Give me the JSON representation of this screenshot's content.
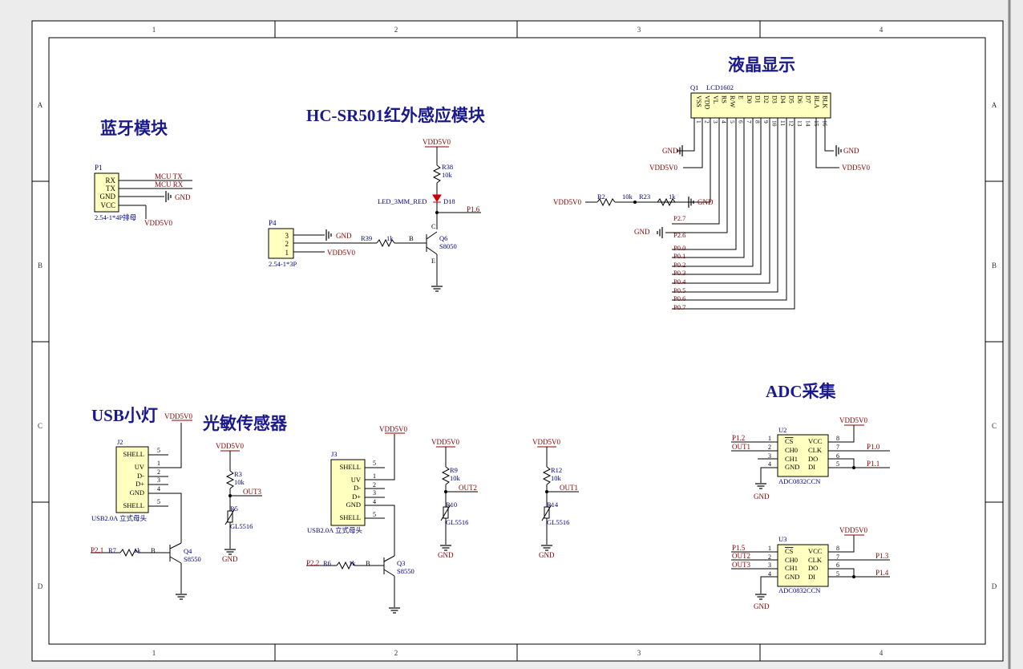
{
  "frame": {
    "col_labels": [
      "1",
      "2",
      "3",
      "4"
    ],
    "row_labels": [
      "A",
      "B",
      "C",
      "D"
    ]
  },
  "titles": {
    "bluetooth": "蓝牙模块",
    "pir": "HC-SR501红外感应模块",
    "lcd": "液晶显示",
    "adc": "ADC采集",
    "usb": "USB小灯",
    "ldr": "光敏传感器"
  },
  "bluetooth": {
    "ref": "P1",
    "pins": [
      "RX",
      "TX",
      "GND",
      "VCC"
    ],
    "nets": [
      "MCU TX",
      "MCU RX",
      "GND",
      "VDD5V0"
    ],
    "footprint": "2.54-1*4P排母"
  },
  "p4": {
    "ref": "P4",
    "pins": [
      "3",
      "2",
      "1"
    ],
    "nets": [
      "GND",
      "VDD5V0"
    ],
    "footprint": "2.54-1*3P"
  },
  "pir": {
    "vdd": "VDD5V0",
    "r38": "R38",
    "r38_val": "10k",
    "led": "LED_3MM_RED",
    "led_ref": "D18",
    "net_p16": "P1.6",
    "r39": "R39",
    "r39_val": "1k",
    "q6": "Q6",
    "q6_type": "S8050",
    "pin_b": "B",
    "pin_c": "C",
    "pin_e": "E"
  },
  "lcd": {
    "ref": "Q1",
    "part": "LCD1602",
    "pins": [
      "VSS",
      "VDD",
      "VL",
      "RS",
      "R/W",
      "E",
      "D0",
      "D1",
      "D2",
      "D3",
      "D4",
      "D5",
      "D6",
      "D7",
      "BLA",
      "BLK"
    ],
    "pin_nums": [
      "1",
      "2",
      "3",
      "4",
      "5",
      "6",
      "7",
      "8",
      "9",
      "10",
      "11",
      "12",
      "13",
      "14",
      "15",
      "16"
    ],
    "gnd": "GND",
    "vdd": "VDD5V0",
    "r2": "R2",
    "r2_val": "10k",
    "r23": "R23",
    "r23_val": "1k",
    "nets": [
      "P2.7",
      "P2.6",
      "P0.0",
      "P0.1",
      "P0.2",
      "P0.3",
      "P0.4",
      "P0.5",
      "P0.6",
      "P0.7"
    ]
  },
  "usb": {
    "ref": "J2",
    "pins": [
      "SHELL",
      "UV",
      "D-",
      "D+",
      "GND",
      "SHELL"
    ],
    "pin_nums": [
      "5",
      "1",
      "2",
      "3",
      "4",
      "5"
    ],
    "part": "USB2.0A 立式母头",
    "vdd": "VDD5V0",
    "q": "Q4",
    "q_type": "S8550",
    "r": "R7",
    "r_val": "1k",
    "net": "P2.1"
  },
  "j3": {
    "ref": "J3",
    "pins": [
      "SHELL",
      "UV",
      "D-",
      "D+",
      "GND",
      "SHELL"
    ],
    "pin_nums": [
      "5",
      "1",
      "2",
      "3",
      "4",
      "5"
    ],
    "part": "USB2.0A 立式母头",
    "vdd": "VDD5V0",
    "q": "Q3",
    "q_type": "S8550",
    "r": "R6",
    "r_val": "1k",
    "net": "P2.2"
  },
  "ldr": [
    {
      "vdd": "VDD5V0",
      "r": "R3",
      "r_val": "10k",
      "out": "OUT3",
      "ldr": "R5",
      "ldr_part": "GL5516",
      "gnd": "GND"
    },
    {
      "vdd": "VDD5V0",
      "r": "R9",
      "r_val": "10k",
      "out": "OUT2",
      "ldr": "R10",
      "ldr_part": "GL5516",
      "gnd": "GND"
    },
    {
      "vdd": "VDD5V0",
      "r": "R12",
      "r_val": "10k",
      "out": "OUT1",
      "ldr": "R14",
      "ldr_part": "GL5516",
      "gnd": "GND"
    }
  ],
  "adc": [
    {
      "ref": "U2",
      "part": "ADC0832CCN",
      "vdd": "VDD5V0",
      "gnd": "GND",
      "left_pins": [
        "CS",
        "CH0",
        "CH1",
        "GND"
      ],
      "right_pins": [
        "VCC",
        "CLK",
        "DO",
        "DI"
      ],
      "left_nums": [
        "1",
        "2",
        "3",
        "4"
      ],
      "right_nums": [
        "8",
        "7",
        "6",
        "5"
      ],
      "left_nets": [
        "P1.2",
        "OUT1"
      ],
      "right_nets": [
        "P1.0",
        "P1.1"
      ]
    },
    {
      "ref": "U3",
      "part": "ADC0832CCN",
      "vdd": "VDD5V0",
      "gnd": "GND",
      "left_pins": [
        "CS",
        "CH0",
        "CH1",
        "GND"
      ],
      "right_pins": [
        "VCC",
        "CLK",
        "DO",
        "DI"
      ],
      "left_nums": [
        "1",
        "2",
        "3",
        "4"
      ],
      "right_nums": [
        "8",
        "7",
        "6",
        "5"
      ],
      "left_nets": [
        "P1.5",
        "OUT2",
        "OUT3"
      ],
      "right_nets": [
        "P1.3",
        "P1.4"
      ]
    }
  ]
}
